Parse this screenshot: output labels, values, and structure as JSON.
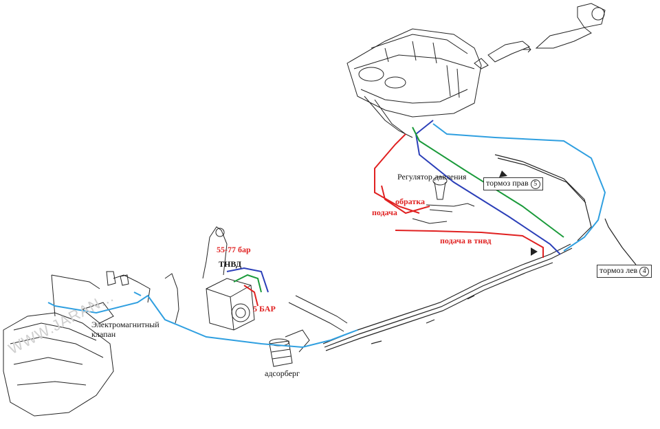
{
  "colors": {
    "red_line": "#e02020",
    "green_line": "#1a9a3a",
    "blue_line": "#2b3fb8",
    "cyan_line": "#2f9fe0",
    "hardware": "#222222"
  },
  "labels": {
    "pressure_regulator": "Регулятор давления",
    "return_line": "обратка",
    "feed": "подача",
    "feed_to_tnvd": "подача в тнвд",
    "pressure_55_77": "55-77 бар",
    "tnvd": "ТНВД",
    "pressure_5": "5 БАР",
    "solenoid_valve_line1": "Электромагнитный",
    "solenoid_valve_line2": "клапан",
    "adsorber": "адсорберг",
    "brake_right": "тормоз прав",
    "brake_right_num": "5",
    "brake_left": "тормоз лев",
    "brake_left_num": "4",
    "watermark": "WWW.JARAN..."
  }
}
